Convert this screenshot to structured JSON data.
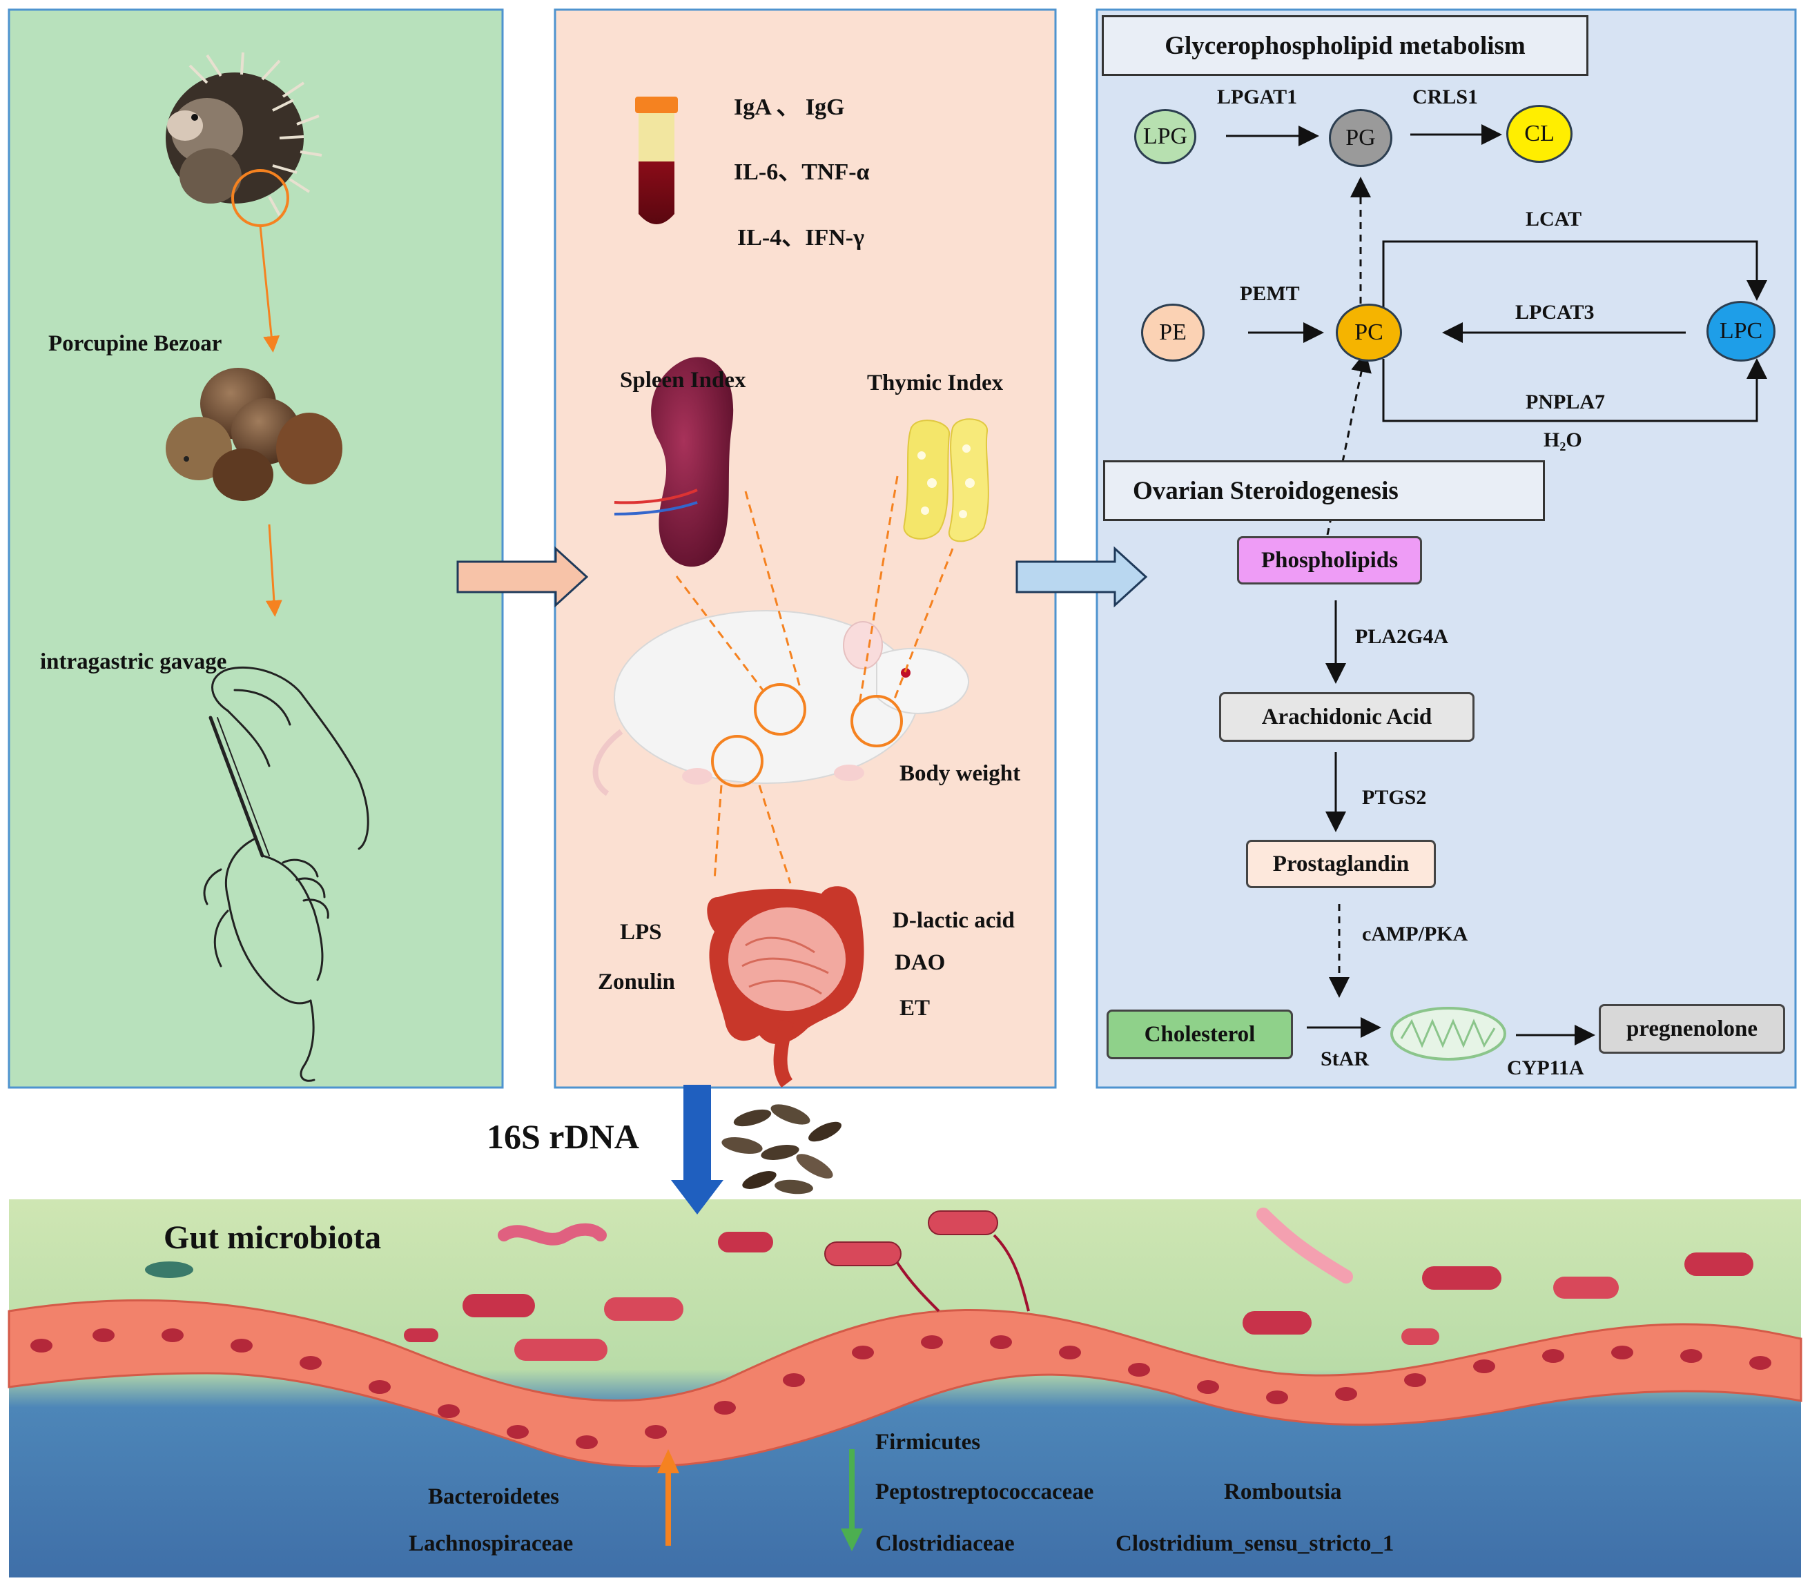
{
  "colors": {
    "panel_green": "#b8e1bc",
    "panel_peach": "#fbe0d2",
    "panel_blue": "#d7e3f3",
    "panel_border": "#4e93cf",
    "orange_arrow": "#f58220",
    "blue_arrow": "#1f5fbf",
    "green_arrow": "#4caf50"
  },
  "left_panel": {
    "porcupine_bezoar": "Porcupine Bezoar",
    "intragastric_gavage": "intragastric gavage"
  },
  "middle_panel": {
    "serum_markers": [
      "IgA 、 IgG",
      "IL-6、TNF-α",
      "IL-4、IFN-γ"
    ],
    "spleen_index": "Spleen Index",
    "thymic_index": "Thymic Index",
    "body_weight": "Body weight",
    "gut_left": [
      "LPS",
      "Zonulin"
    ],
    "gut_right": [
      "D-lactic acid",
      "DAO",
      "ET"
    ]
  },
  "right_panel": {
    "glycero_title": "Glycerophospholipid metabolism",
    "nodes": {
      "lpg": "LPG",
      "pg": "PG",
      "cl": "CL",
      "pe": "PE",
      "pc": "PC",
      "lpc": "LPC"
    },
    "enzymes": {
      "lpgat1": "LPGAT1",
      "crls1": "CRLS1",
      "lcat": "LCAT",
      "pemt": "PEMT",
      "lpcat3": "LPCAT3",
      "pnpla7": "PNPLA7",
      "h2o": "H₂O"
    },
    "ovarian_title": "Ovarian Steroidogenesis",
    "phospholipids": "Phospholipids",
    "pla2g4a": "PLA2G4A",
    "arachidonic_acid": "Arachidonic Acid",
    "ptgs2": "PTGS2",
    "prostaglandin": "Prostaglandin",
    "camp_pka": "cAMP/PKA",
    "cholesterol": "Cholesterol",
    "star": "StAR",
    "cyp11a": "CYP11A",
    "pregnenolone": "pregnenolone"
  },
  "bottom": {
    "rdna": "16S rDNA",
    "gut_microbiota": "Gut microbiota",
    "increased": [
      "Bacteroidetes",
      "Lachnospiraceae"
    ],
    "decreased_left": [
      "Firmicutes",
      "Peptostreptococcaceae",
      "Clostridiaceae"
    ],
    "decreased_right": [
      "Romboutsia",
      "Clostridium_sensu_stricto_1"
    ]
  }
}
